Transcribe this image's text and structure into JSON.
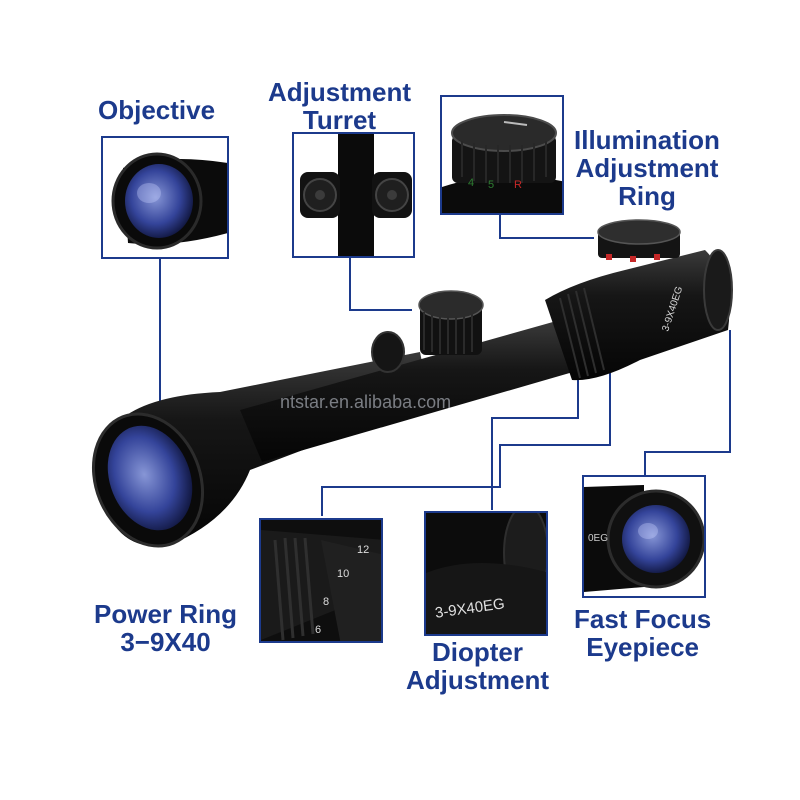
{
  "labels": {
    "objective": "Objective",
    "turret_line1": "Adjustment",
    "turret_line2": "Turret",
    "illum_line1": "Illumination",
    "illum_line2": "Adjustment",
    "illum_line3": "Ring",
    "power_line1": "Power Ring",
    "power_line2": "3−9X40",
    "diopter_line1": "Diopter",
    "diopter_line2": "Adjustment",
    "focus_line1": "Fast Focus",
    "focus_line2": "Eyepiece"
  },
  "markings": {
    "model_on_scope": "3-9X40EG",
    "model_on_inset": "3-9X40EG",
    "eyepiece_inset_text": "0EG",
    "power_numbers": [
      "6",
      "8",
      "10",
      "12"
    ],
    "illum_numbers": [
      "4",
      "5",
      "R"
    ]
  },
  "watermark": "ntstar.en.alibaba.com",
  "colors": {
    "label": "#1c3a8c",
    "leader": "#1c3a8c",
    "metal": "#0b0b0b",
    "lens": "#3a4fa8"
  },
  "icons": {
    "scope": "riflescope-illustration"
  }
}
